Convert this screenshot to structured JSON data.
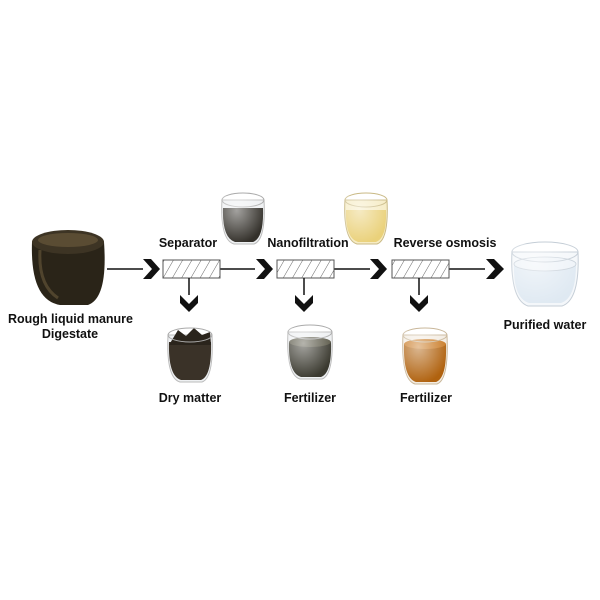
{
  "input": {
    "line1": "Rough liquid manure",
    "line2": "Digestate"
  },
  "stages": [
    {
      "name": "Separator",
      "byproduct": "Dry matter"
    },
    {
      "name": "Nanofiltration",
      "byproduct": "Fertilizer"
    },
    {
      "name": "Reverse osmosis",
      "byproduct": "Fertilizer"
    }
  ],
  "output": {
    "label": "Purified water"
  },
  "colors": {
    "manure": "#2a2418",
    "dry_matter": "#3a3228",
    "nf_fertilizer": "#3b3a30",
    "ro_fertilizer": "#b0620f",
    "nf_permeate": "#ead17a",
    "water": "#dfe9f2",
    "arrow": "#111111"
  }
}
